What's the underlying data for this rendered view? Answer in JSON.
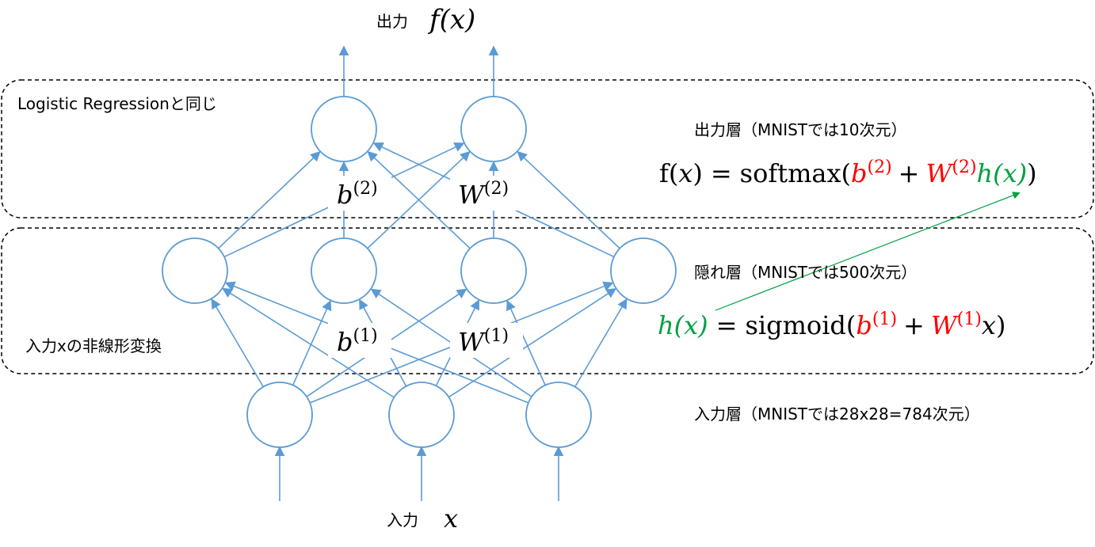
{
  "title": {
    "output_label": "出力",
    "output_math": "f(x)",
    "input_label": "入力",
    "input_math": "x"
  },
  "boxes": {
    "top_label": "Logistic Regressionと同じ",
    "bottom_label": "入力xの非線形変換"
  },
  "layers": {
    "output": "出力層（MNISTでは10次元）",
    "hidden": "隠れ層（MNISTでは500次元）",
    "input": "入力層（MNISTでは28x28=784次元）"
  },
  "params": {
    "b2_base": "b",
    "b2_sup": "(2)",
    "w2_base": "W",
    "w2_sup": "(2)",
    "b1_base": "b",
    "b1_sup": "(1)",
    "w1_base": "W",
    "w1_sup": "(1)"
  },
  "formula_output": {
    "lhs_f": "f(",
    "lhs_x": "x",
    "lhs_close": ")",
    "eq": "=",
    "fn": "softmax(",
    "b": "b",
    "b_sup": "(2)",
    "plus": "+",
    "w": "W",
    "w_sup": "(2)",
    "h": "h(x)",
    "close": ")"
  },
  "formula_hidden": {
    "h": "h(x)",
    "eq": "=",
    "fn": "sigmoid(",
    "b": "b",
    "b_sup": "(1)",
    "plus": "+",
    "w": "W",
    "w_sup": "(1)",
    "x": "x",
    "close": ")"
  },
  "colors": {
    "node": "#5b9bd5",
    "bias_weight": "#ff0000",
    "hidden_fn": "#00a040",
    "box_border": "#000000"
  }
}
